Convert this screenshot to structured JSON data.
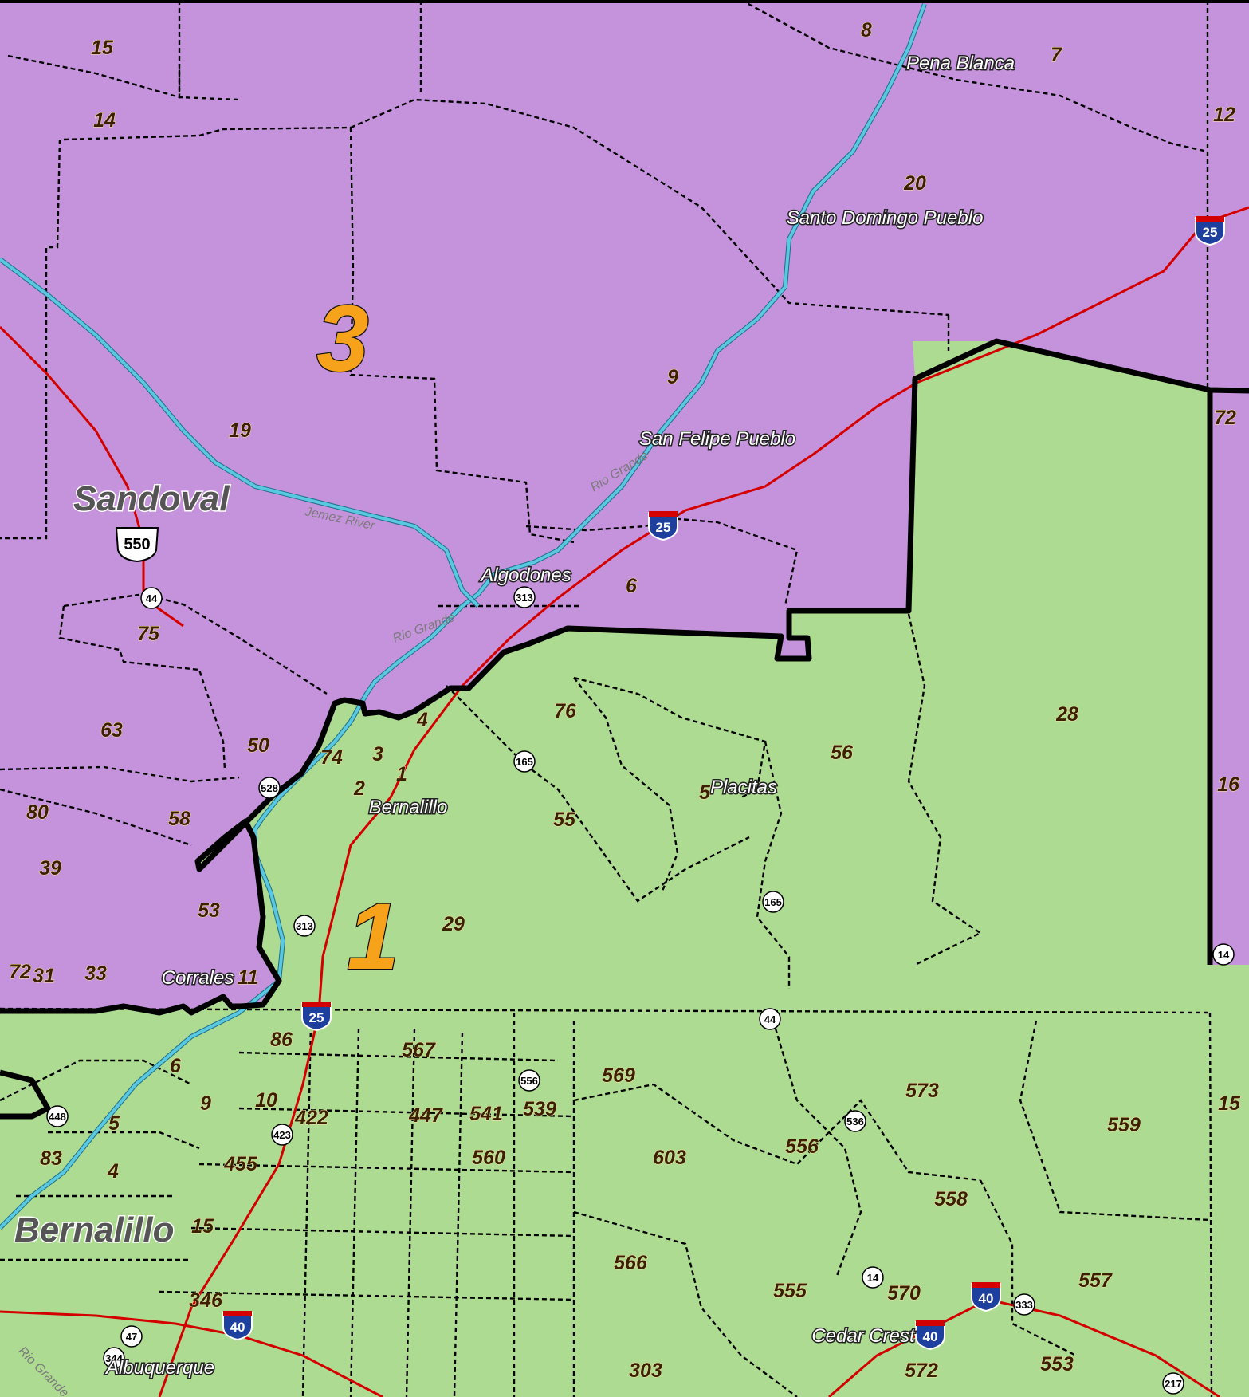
{
  "colors": {
    "district_3_fill": "#c593dc",
    "district_1_fill": "#addb91",
    "district_label": "#f7a21b",
    "highway": "#d40000",
    "river": "#5ac8e0"
  },
  "districts": [
    {
      "label": "3",
      "fill": "#c593dc"
    },
    {
      "label": "1",
      "fill": "#addb91"
    }
  ],
  "counties": [
    "Sandoval",
    "Bernalillo"
  ],
  "places": [
    "Pena Blanca",
    "Santo Domingo Pueblo",
    "San Felipe Pueblo",
    "Algodones",
    "Placitas",
    "Bernalillo",
    "Corrales",
    "Cedar Crest",
    "Albuquerque"
  ],
  "rivers": [
    "Rio Grande",
    "Rio Grande",
    "Jemez River",
    "Rio Grande"
  ],
  "precincts": [
    "15",
    "8",
    "7",
    "14",
    "12",
    "20",
    "9",
    "19",
    "6",
    "75",
    "4",
    "76",
    "28",
    "63",
    "50",
    "74",
    "3",
    "1",
    "56",
    "72",
    "80",
    "58",
    "2",
    "5",
    "55",
    "16",
    "39",
    "53",
    "29",
    "72",
    "31",
    "33",
    "11",
    "86",
    "567",
    "6",
    "569",
    "573",
    "9",
    "10",
    "422",
    "447",
    "541",
    "539",
    "559",
    "5",
    "15",
    "83",
    "455",
    "560",
    "603",
    "556",
    "4",
    "558",
    "15",
    "566",
    "557",
    "346",
    "555",
    "570",
    "553",
    "303",
    "572"
  ],
  "interstate_shields": [
    "25",
    "25",
    "25",
    "40",
    "40",
    "40"
  ],
  "us_route_shields": [
    "550"
  ],
  "state_route_markers": [
    "44",
    "313",
    "165",
    "528",
    "165",
    "313",
    "14",
    "44",
    "556",
    "448",
    "423",
    "536",
    "14",
    "333",
    "47",
    "344",
    "217"
  ]
}
